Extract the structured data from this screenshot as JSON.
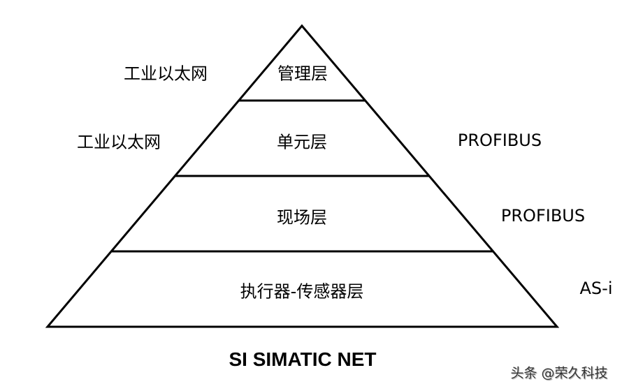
{
  "layers": [
    {
      "label": "管理层",
      "network": "工业以太网"
    },
    {
      "label": "单元层",
      "network": "工业以太网",
      "bus": "PROFIBUS"
    },
    {
      "label": "现场层",
      "bus": "PROFIBUS"
    },
    {
      "label": "执行器-传感器层",
      "bus": "AS-i"
    }
  ],
  "title": "SI SIMATIC NET",
  "watermark": "头条 @荣久科技"
}
